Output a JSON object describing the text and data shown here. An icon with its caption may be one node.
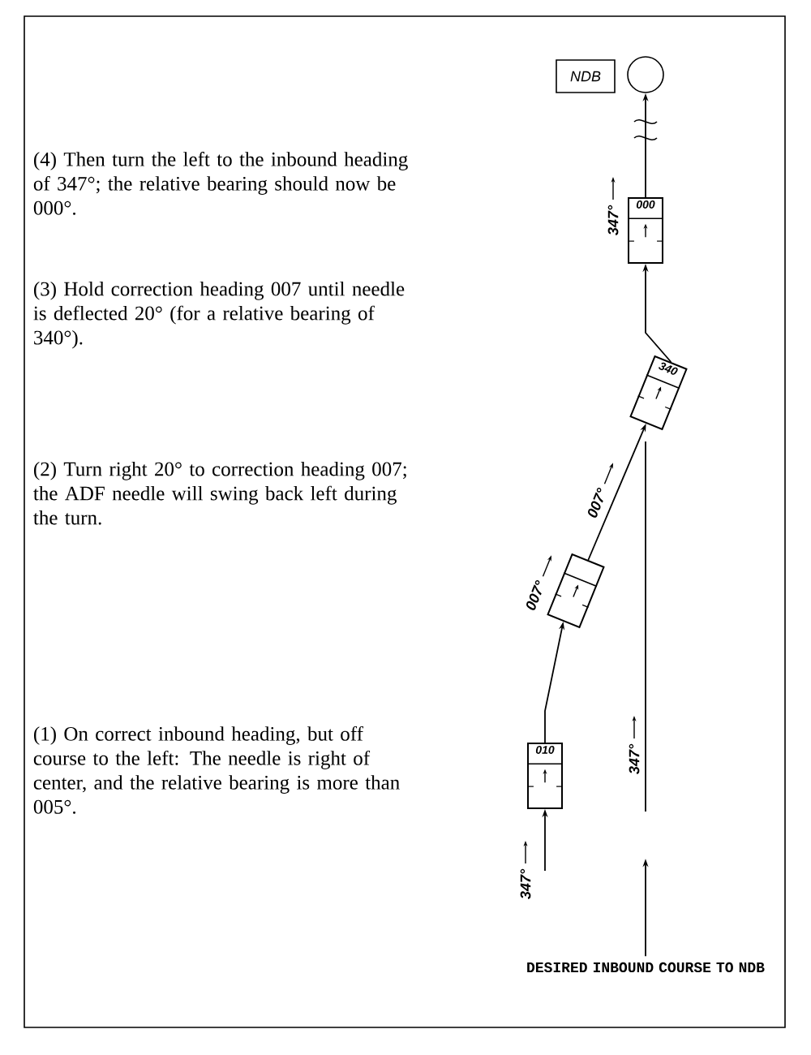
{
  "diagram": {
    "nodes": [
      {
        "text": [
          "NDB"
        ]
      },
      {
        "text": [],
        "shape": "circle"
      },
      {
        "text": [
          "000"
        ]
      },
      {
        "text": [
          "340"
        ]
      },
      {
        "text": [],
        "shape": "box"
      },
      {
        "text": [
          "010"
        ]
      },
      {
        "text": [
          "DESIRED INBOUND COURSE TO NDB"
        ]
      }
    ],
    "edges": [
      {
        "from": 5,
        "to": 4,
        "arrow": "to"
      },
      {
        "from": 4,
        "to": 3,
        "arrow": "to"
      },
      {
        "from": 3,
        "to": 2,
        "arrow": "to"
      },
      {
        "from": 2,
        "to": 1,
        "arrow": "to"
      },
      {
        "from": null,
        "to": 5,
        "arrow": "to"
      },
      {
        "from": 6,
        "to": null,
        "arrow": "to"
      }
    ],
    "labels": [
      "(4) Then turn the left to the inbound heading of 347°; the relative bearing should now be 000°.",
      "(3) Hold correction heading 007 until needle is deflected 20° (for a relative bearing of 340°).",
      "(2) Turn right 20° to correction heading 007; the ADF needle will swing back left during the turn.",
      "(1) On correct inbound heading, but off course to the left: The needle is right of center, and the relative bearing is more than 005°.",
      "347°",
      "007°",
      "007°",
      "347°",
      "347°"
    ]
  }
}
